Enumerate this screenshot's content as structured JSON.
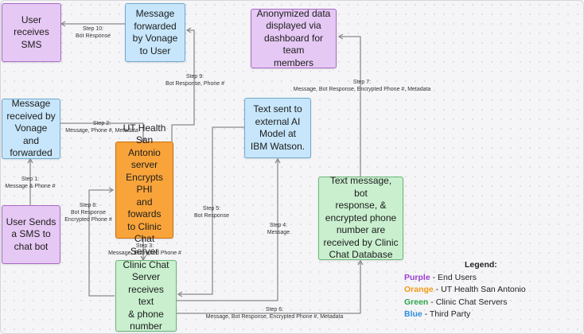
{
  "nodes": {
    "user_receives_sms": "User\nreceives\nSMS",
    "message_forwarded_vonage": "Message\nforwarded\nby Vonage\nto User",
    "anonymized_data": "Anonymized data\ndisplayed via\ndashboard for team\nmembers",
    "message_received_vonage": "Message\nreceived by\nVonage and\nforwarded",
    "ut_health_server": "UT Health\nSan Antonio\nserver\nEncrypts PHI\nand fowards\nto Clinic\nChat Server",
    "text_sent_ai": "Text sent to\nexternal AI\nModel at\nIBM Watson.",
    "user_sends_sms": "User Sends\na SMS to\nchat bot",
    "clinic_chat_database": "Text message, bot\nresponse, &\nencrypted phone\nnumber are\nreceived by Clinic\nChat Database",
    "clinic_chat_server": "Clinic Chat\nServer\nreceives text\n& phone\nnumber"
  },
  "steps": {
    "step1": "Step 1:\nMessage & Phone #",
    "step2": "Step 2:\nMessage, Phone #, Metadata",
    "step3": "Step 3:\nMessage, Encrypted Phone #",
    "step4": "Step 4:\nMessage",
    "step5": "Step 5:\nBot Response",
    "step6": "Step 6:\nMessage, Bot Response, Encrypted Phone #, Metadata",
    "step7": "Step 7:\nMessage, Bot Response, Encrypted Phone #, Metadata",
    "step8": "Step 8:\nBot Response\nEncrypted Phone #",
    "step9": "Step 9:\nBot Response, Phone #",
    "step10": "Step 10:\nBot Response"
  },
  "legend": {
    "title": "Legend:",
    "items": [
      {
        "key": "Purple",
        "desc": " - End Users",
        "color": "#9b3fd0"
      },
      {
        "key": "Orange",
        "desc": " - UT Health San Antonio",
        "color": "#f59a16"
      },
      {
        "key": "Green",
        "desc": " - Clinic Chat Servers",
        "color": "#2fa64a"
      },
      {
        "key": "Blue",
        "desc": " - Third Party",
        "color": "#2e8fe0"
      }
    ]
  },
  "colors": {
    "purple": "#e6c8f4",
    "blue": "#c7e6fb",
    "orange": "#f9a43a",
    "green": "#c9efcf",
    "connector": "#8a8a8a"
  }
}
